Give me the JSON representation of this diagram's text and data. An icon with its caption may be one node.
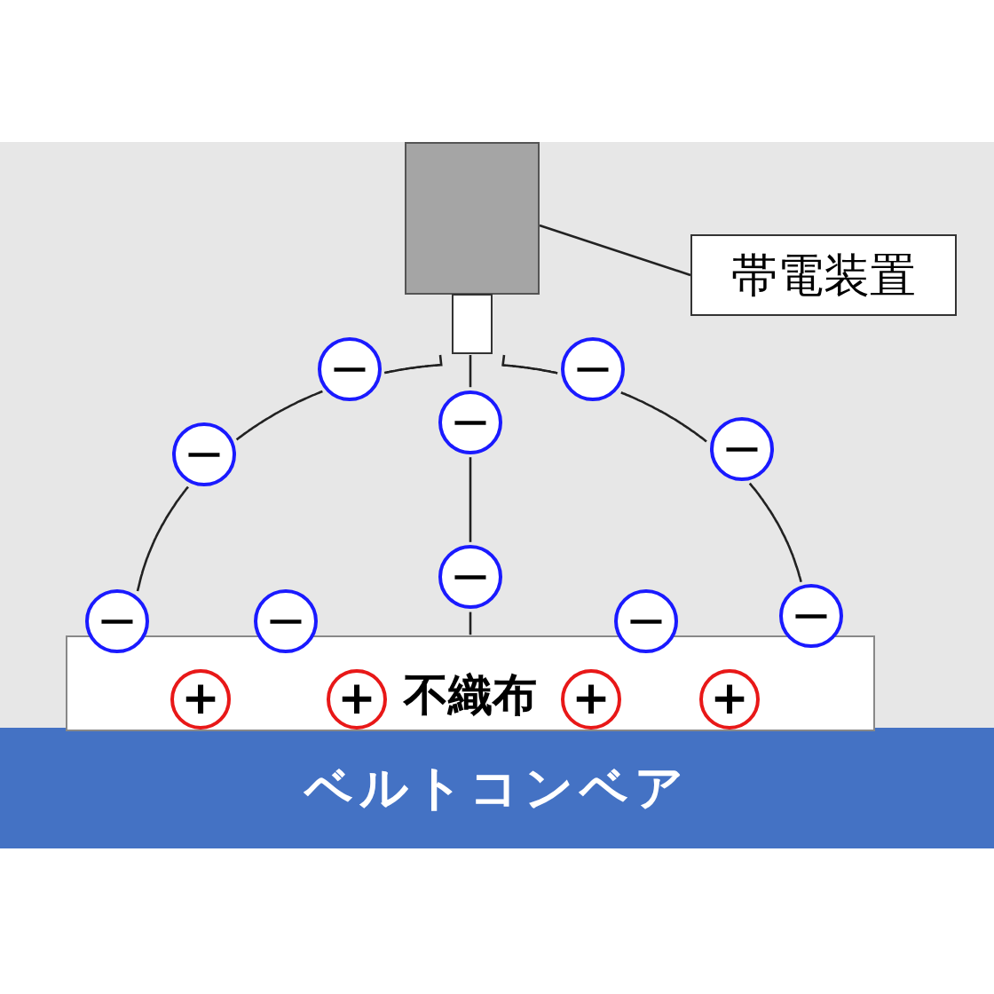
{
  "diagram": {
    "nodes": [
      {
        "text": [],
        "shape": "box"
      },
      {
        "text": [
          "帯電装置"
        ]
      },
      {
        "text": [
          "−"
        ]
      },
      {
        "text": [
          "−"
        ]
      },
      {
        "text": [
          "−"
        ]
      },
      {
        "text": [
          "−"
        ]
      },
      {
        "text": [
          "−"
        ]
      },
      {
        "text": [
          "−"
        ]
      },
      {
        "text": [
          "−"
        ]
      },
      {
        "text": [
          "−"
        ]
      },
      {
        "text": [
          "−"
        ]
      },
      {
        "text": [
          "−"
        ]
      },
      {
        "text": [
          "不織布"
        ]
      },
      {
        "text": [
          "+"
        ],
        "in": 12
      },
      {
        "text": [
          "+"
        ],
        "in": 12
      },
      {
        "text": [
          "+"
        ],
        "in": 12
      },
      {
        "text": [
          "+"
        ],
        "in": 12
      },
      {
        "text": [
          "ベルトコンベア"
        ]
      }
    ],
    "edges": [
      {
        "from": 1,
        "to": 0,
        "arrow": "none"
      },
      {
        "from": 0,
        "to": 2,
        "arrow": "none"
      },
      {
        "from": 2,
        "to": 5,
        "arrow": "none"
      },
      {
        "from": 5,
        "to": 8,
        "arrow": "none"
      },
      {
        "from": 0,
        "to": 4,
        "arrow": "none"
      },
      {
        "from": 4,
        "to": 7,
        "arrow": "none"
      },
      {
        "from": 7,
        "to": 12,
        "arrow": "none"
      },
      {
        "from": 0,
        "to": 3,
        "arrow": "none"
      },
      {
        "from": 3,
        "to": 6,
        "arrow": "none"
      },
      {
        "from": 6,
        "to": 11,
        "arrow": "none"
      }
    ]
  }
}
